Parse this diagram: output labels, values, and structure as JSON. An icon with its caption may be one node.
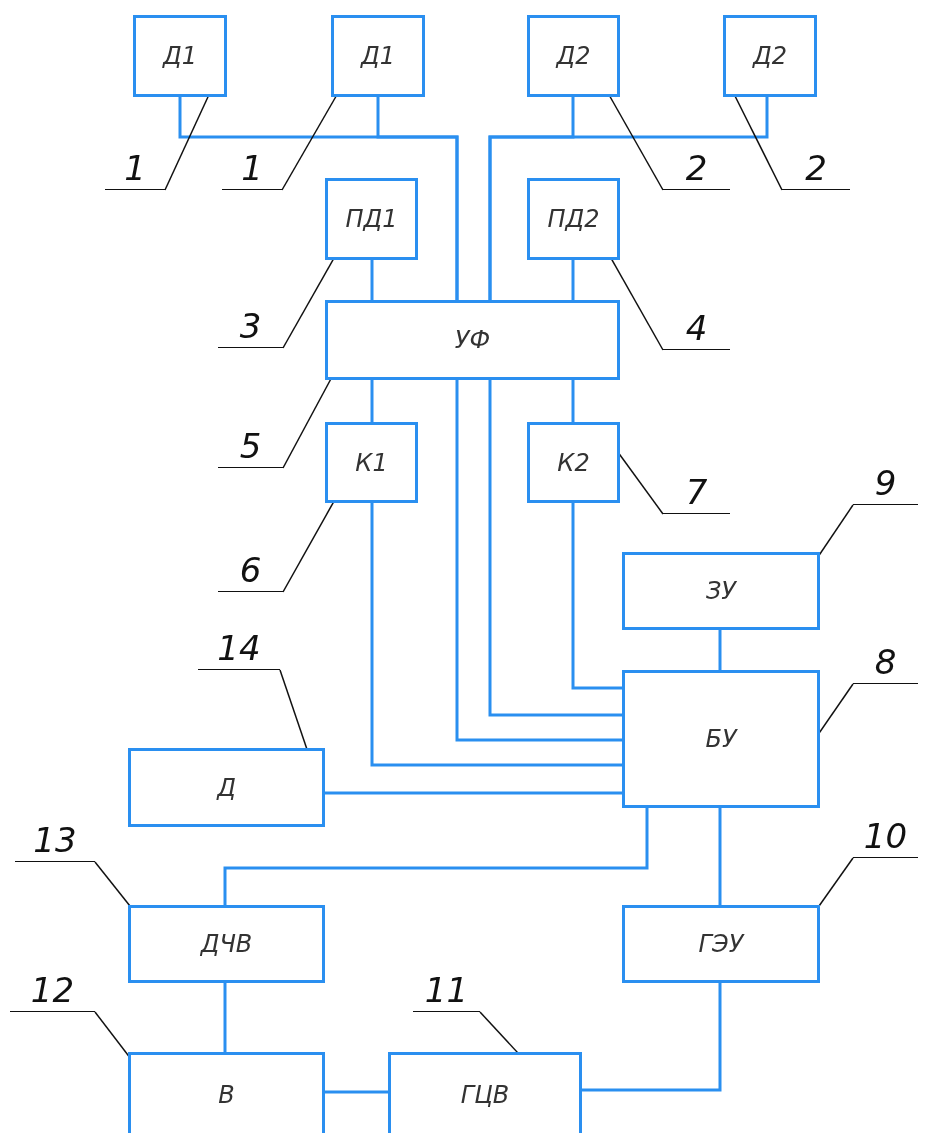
{
  "diagram": {
    "nodes": [
      {
        "text": [
          "Д1"
        ]
      },
      {
        "text": [
          "Д1"
        ]
      },
      {
        "text": [
          "Д2"
        ]
      },
      {
        "text": [
          "Д2"
        ]
      },
      {
        "text": [
          "ПД1"
        ]
      },
      {
        "text": [
          "ПД2"
        ]
      },
      {
        "text": [
          "УФ"
        ]
      },
      {
        "text": [
          "К1"
        ]
      },
      {
        "text": [
          "К2"
        ]
      },
      {
        "text": [
          "ЗУ"
        ]
      },
      {
        "text": [
          "БУ"
        ]
      },
      {
        "text": [
          "Д"
        ]
      },
      {
        "text": [
          "ДЧВ"
        ]
      },
      {
        "text": [
          "ГЭУ"
        ]
      },
      {
        "text": [
          "В"
        ]
      },
      {
        "text": [
          "ГЦВ"
        ]
      },
      {
        "text": [
          "1"
        ]
      },
      {
        "text": [
          "1"
        ]
      },
      {
        "text": [
          "2"
        ]
      },
      {
        "text": [
          "2"
        ]
      },
      {
        "text": [
          "3"
        ]
      },
      {
        "text": [
          "4"
        ]
      },
      {
        "text": [
          "5"
        ]
      },
      {
        "text": [
          "9"
        ]
      },
      {
        "text": [
          "7"
        ]
      },
      {
        "text": [
          "6"
        ]
      },
      {
        "text": [
          "8"
        ]
      },
      {
        "text": [
          "14"
        ]
      },
      {
        "text": [
          "13"
        ]
      },
      {
        "text": [
          "10"
        ]
      },
      {
        "text": [
          "12"
        ]
      },
      {
        "text": [
          "11"
        ]
      }
    ],
    "edges": [
      {
        "from": 0,
        "to": 6,
        "arrow": "none"
      },
      {
        "from": 1,
        "to": 6,
        "arrow": "none"
      },
      {
        "from": 2,
        "to": 6,
        "arrow": "none"
      },
      {
        "from": 3,
        "to": 6,
        "arrow": "none"
      },
      {
        "from": 4,
        "to": 6,
        "arrow": "none"
      },
      {
        "from": 5,
        "to": 6,
        "arrow": "none"
      },
      {
        "from": 6,
        "to": 7,
        "arrow": "none"
      },
      {
        "from": 6,
        "to": 8,
        "arrow": "none"
      },
      {
        "from": 6,
        "to": 10,
        "arrow": "none"
      },
      {
        "from": 6,
        "to": 10,
        "arrow": "none"
      },
      {
        "from": 7,
        "to": 10,
        "arrow": "none"
      },
      {
        "from": 8,
        "to": 10,
        "arrow": "none"
      },
      {
        "from": 9,
        "to": 10,
        "arrow": "none"
      },
      {
        "from": 11,
        "to": 10,
        "arrow": "none"
      },
      {
        "from": 10,
        "to": 12,
        "arrow": "none"
      },
      {
        "from": 10,
        "to": 13,
        "arrow": "none"
      },
      {
        "from": 12,
        "to": 14,
        "arrow": "none"
      },
      {
        "from": 14,
        "to": 15,
        "arrow": "none"
      },
      {
        "from": 13,
        "to": 15,
        "arrow": "none"
      },
      {
        "from": 16,
        "to": 0,
        "arrow": "other",
        "color": "#111111"
      },
      {
        "from": 17,
        "to": 1,
        "arrow": "other",
        "color": "#111111"
      },
      {
        "from": 18,
        "to": 2,
        "arrow": "other",
        "color": "#111111"
      },
      {
        "from": 19,
        "to": 3,
        "arrow": "other",
        "color": "#111111"
      },
      {
        "from": 20,
        "to": 4,
        "arrow": "other",
        "color": "#111111"
      },
      {
        "from": 21,
        "to": 5,
        "arrow": "other",
        "color": "#111111"
      },
      {
        "from": 22,
        "to": 6,
        "arrow": "other",
        "color": "#111111"
      },
      {
        "from": 23,
        "to": 9,
        "arrow": "other",
        "color": "#111111"
      },
      {
        "from": 24,
        "to": 8,
        "arrow": "other",
        "color": "#111111"
      },
      {
        "from": 25,
        "to": 7,
        "arrow": "other",
        "color": "#111111"
      },
      {
        "from": 26,
        "to": 10,
        "arrow": "other",
        "color": "#111111"
      },
      {
        "from": 27,
        "to": 11,
        "arrow": "other",
        "color": "#111111"
      },
      {
        "from": 28,
        "to": 12,
        "arrow": "other",
        "color": "#111111"
      },
      {
        "from": 29,
        "to": 13,
        "arrow": "other",
        "color": "#111111"
      },
      {
        "from": 30,
        "to": 14,
        "arrow": "other",
        "color": "#111111"
      },
      {
        "from": 31,
        "to": 15,
        "arrow": "other",
        "color": "#111111"
      }
    ]
  }
}
